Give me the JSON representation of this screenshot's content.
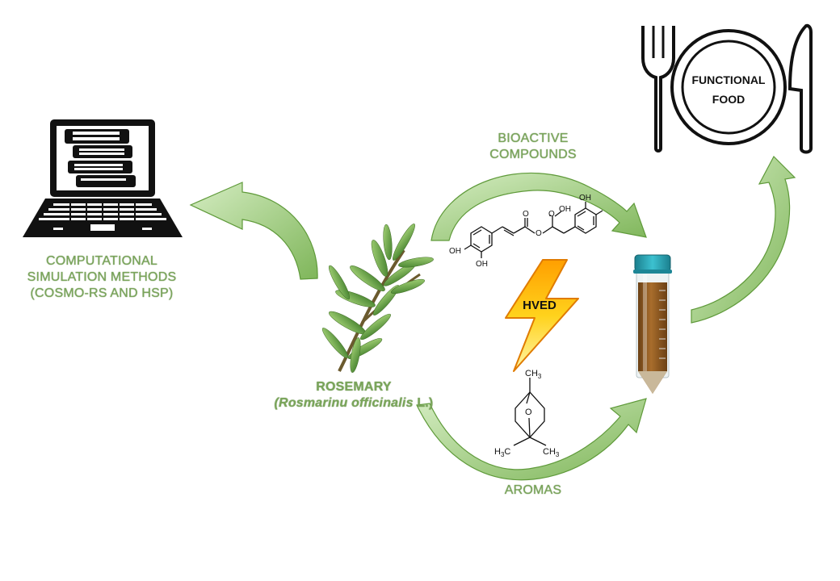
{
  "labels": {
    "computational": [
      "COMPUTATIONAL",
      "SIMULATION  METHODS",
      "(COSMO-RS AND HSP)"
    ],
    "rosemary_name": "ROSEMARY",
    "rosemary_latin_italic": "(Rosmarinu officinalis",
    "rosemary_latin_plain": " L.)",
    "bioactive": [
      "BIOACTIVE",
      "COMPOUNDS"
    ],
    "aromas": "AROMAS",
    "hved": "HVED",
    "functional_food": [
      "FUNCTIONAL",
      "FOOD"
    ],
    "rosmarinic_acid": {
      "oh1": "OH",
      "oh2": "OH",
      "oh3": "OH",
      "oh4": "OH",
      "o_carbonyl": "O",
      "o_ester": "O",
      "o_acid": "O"
    },
    "eucalyptol": {
      "ch3_top": "CH3",
      "ch3_left": "H3C",
      "ch3_right": "CH3",
      "o_bridge": "O"
    }
  },
  "colors": {
    "label_green": "#7aa55a",
    "arrow_light": "#b5d99c",
    "arrow_dark": "#5f9a3a",
    "bolt_yellow": "#ffcc00",
    "bolt_orange": "#ff9900",
    "tube_cap": "#2aa7b8",
    "tube_liquid": "#8a5a22"
  },
  "icons": [
    "laptop-books-icon",
    "rosemary-sprig-icon",
    "lightning-bolt-icon",
    "centrifuge-tube-icon",
    "plate-fork-knife-icon"
  ]
}
